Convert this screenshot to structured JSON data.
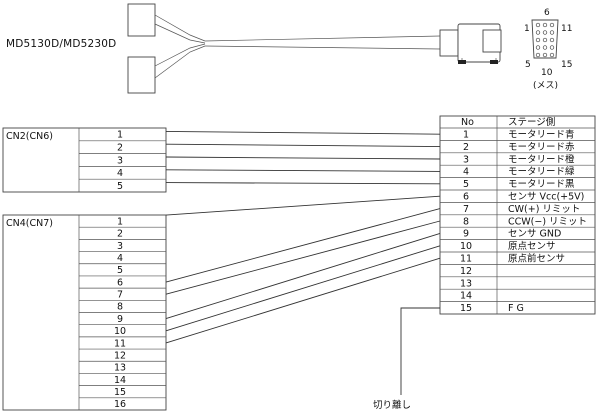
{
  "model_label": "MD5130D/MD5230D",
  "connector_pins": {
    "top": "6",
    "left": "1",
    "right": "11",
    "bottom_left": "5",
    "bottom_mid": "10",
    "bottom_right": "15",
    "caption": "(メス)"
  },
  "cn2": {
    "title": "CN2(CN6)",
    "pins": [
      "1",
      "2",
      "3",
      "4",
      "5"
    ]
  },
  "cn4": {
    "title": "CN4(CN7)",
    "pins": [
      "1",
      "2",
      "3",
      "4",
      "5",
      "6",
      "7",
      "8",
      "9",
      "10",
      "11",
      "12",
      "13",
      "14",
      "15",
      "16"
    ]
  },
  "stage_table": {
    "header_no": "No",
    "header_name": "ステージ側",
    "rows": [
      {
        "no": "1",
        "name": "モータリード青"
      },
      {
        "no": "2",
        "name": "モータリード赤"
      },
      {
        "no": "3",
        "name": "モータリード橙"
      },
      {
        "no": "4",
        "name": "モータリード緑"
      },
      {
        "no": "5",
        "name": "モータリード黒"
      },
      {
        "no": "6",
        "name": "センサ Vcc(+5V)"
      },
      {
        "no": "7",
        "name": "CW(+) リミット"
      },
      {
        "no": "8",
        "name": "CCW(−) リミット"
      },
      {
        "no": "9",
        "name": "センサ GND"
      },
      {
        "no": "10",
        "name": "原点センサ"
      },
      {
        "no": "11",
        "name": "原点前センサ"
      },
      {
        "no": "12",
        "name": ""
      },
      {
        "no": "13",
        "name": ""
      },
      {
        "no": "14",
        "name": ""
      },
      {
        "no": "15",
        "name": "F G"
      }
    ]
  },
  "cut_label": "切り離し"
}
